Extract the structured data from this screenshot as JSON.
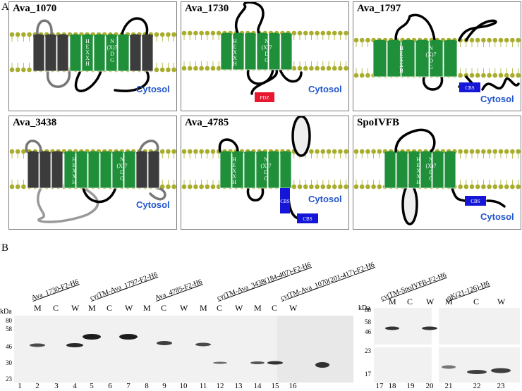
{
  "figure": {
    "panel_a_letter": "A",
    "panel_b_letter": "B",
    "membrane_panels": [
      {
        "name": "Ava_1070",
        "cytosol": "Cytosol",
        "motifs": [
          "HEXXH",
          "N(X)7DG"
        ],
        "domain": ""
      },
      {
        "name": "Ava_1730",
        "cytosol": "Cytosol",
        "motifs": [
          "HEXXH",
          "N(X)7DG"
        ],
        "domain": "PDZ"
      },
      {
        "name": "Ava_1797",
        "cytosol": "Cytosol",
        "motifs": [
          "HEXXH",
          "N(X)7DG"
        ],
        "domain": "CBS"
      },
      {
        "name": "Ava_3438",
        "cytosol": "Cytosol",
        "motifs": [
          "HEXXH",
          "N(X)7DG"
        ],
        "domain": ""
      },
      {
        "name": "Ava_4785",
        "cytosol": "Cytosol",
        "motifs": [
          "HEXXH",
          "N(X)7DG"
        ],
        "domain": "CBS",
        "domain2": "CBS"
      },
      {
        "name": "SpoIVFB",
        "cytosol": "Cytosol",
        "motifs": [
          "HEXXH",
          "N(X)7DG"
        ],
        "domain": "CBS"
      }
    ],
    "colors": {
      "tm_green": "#1f8f3a",
      "tm_gray": "#3c3c3c",
      "lipid": "#a8ad2c",
      "pdz": "#e8162e",
      "cbs": "#1616d8",
      "cytosol": "#2255cc"
    },
    "blot": {
      "kda_label": "kDa",
      "left_markers": [
        "80",
        "58",
        "46",
        "30",
        "23"
      ],
      "right_markers_top": [
        "80",
        "58",
        "46"
      ],
      "right_markers_bottom": [
        "23",
        "17"
      ],
      "constructs_left": [
        "Ava_1730-F2-H6",
        "cytTM-Ava_1797-F2-H6",
        "Ava_4785-F2-H6",
        "cytTM-Ava_3438(184-407)-F2-H6",
        "cytTM-Ava_1070(201-417)-F2-H6"
      ],
      "constructs_right": [
        "cytTM-SpoIVFB-F2-H6",
        "σK(21-126)-H6"
      ],
      "lane_letters": [
        "M",
        "C",
        "W"
      ],
      "lane_numbers": [
        "1",
        "2",
        "3",
        "4",
        "5",
        "6",
        "7",
        "8",
        "9",
        "10",
        "11",
        "12",
        "13",
        "14",
        "15",
        "16",
        "17",
        "18",
        "19",
        "20",
        "21",
        "22",
        "23"
      ]
    }
  }
}
